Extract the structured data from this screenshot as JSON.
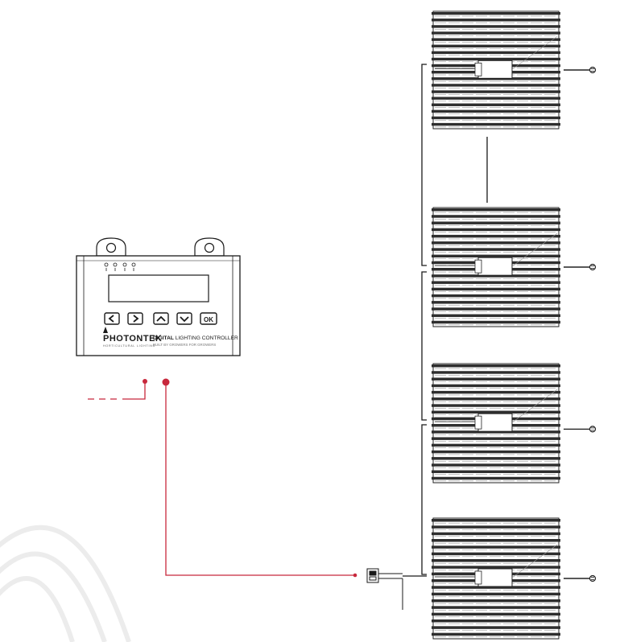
{
  "controller": {
    "brand": "PHOTONTEK",
    "brand_sub": "HORTICULTURAL LIGHTING",
    "title_bold": "DIGITAL",
    "title_rest": " LIGHTING CONTROLLER",
    "tagline": "BUILT BY GROWERS FOR GROWERS",
    "buttons": {
      "left": "‹",
      "right": "›",
      "up": "⌃",
      "down": "⌄",
      "ok": "OK"
    },
    "indicator_icons": [
      "led-indicator-icon",
      "led-indicator-icon",
      "led-indicator-icon",
      "led-indicator-icon"
    ]
  },
  "fixture_count": 4,
  "colors": {
    "line": "#1a1a1a",
    "signal": "#c8283c",
    "fixture_bar": "#333333",
    "watermark": "#ededed"
  }
}
